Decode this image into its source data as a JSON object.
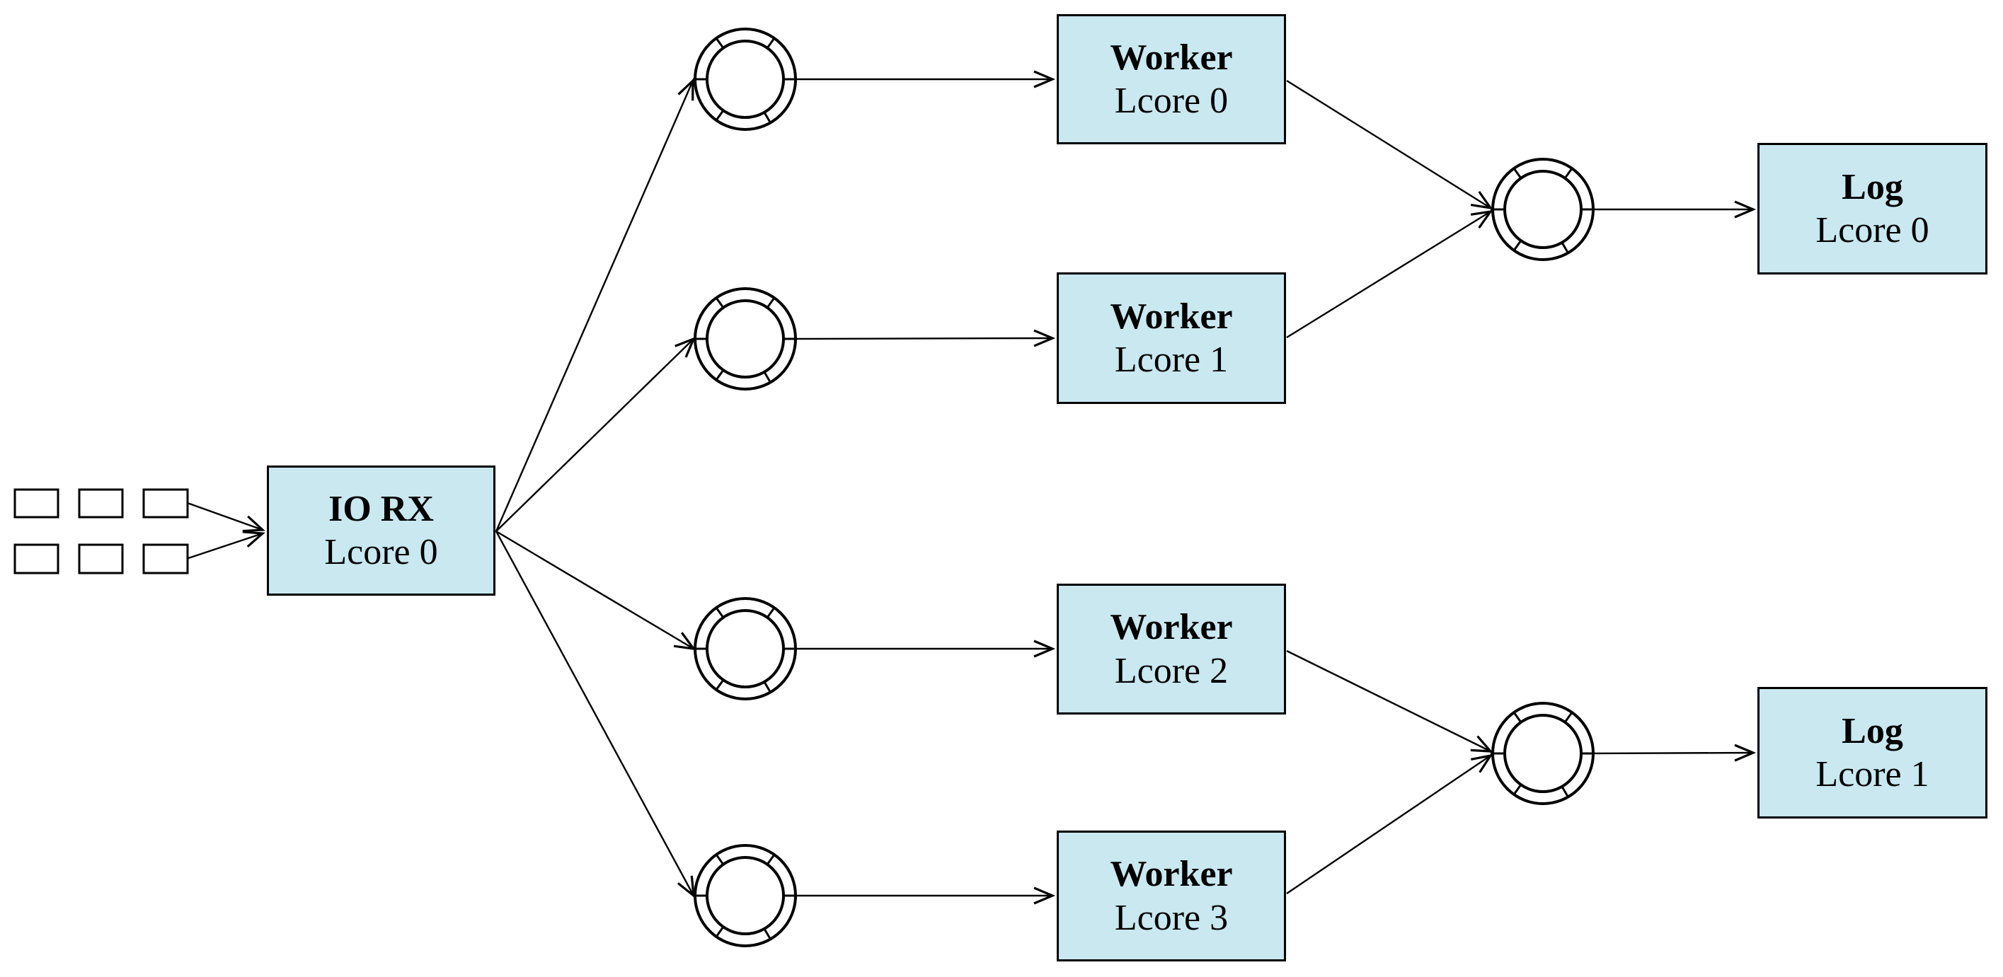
{
  "nodes": {
    "io_rx": {
      "title": "IO RX",
      "subtitle": "Lcore 0"
    },
    "workers": [
      {
        "title": "Worker",
        "subtitle": "Lcore 0"
      },
      {
        "title": "Worker",
        "subtitle": "Lcore 1"
      },
      {
        "title": "Worker",
        "subtitle": "Lcore 2"
      },
      {
        "title": "Worker",
        "subtitle": "Lcore 3"
      }
    ],
    "logs": [
      {
        "title": "Log",
        "subtitle": "Lcore 0"
      },
      {
        "title": "Log",
        "subtitle": "Lcore 1"
      }
    ]
  },
  "icons": {
    "ring": "ring-buffer-icon",
    "packet": "packet-rect-icon",
    "arrow": "flow-arrow"
  },
  "colors": {
    "node_fill": "#C9E8F0",
    "node_border": "#000000",
    "connector": "#000000",
    "background": "#FFFFFF"
  }
}
